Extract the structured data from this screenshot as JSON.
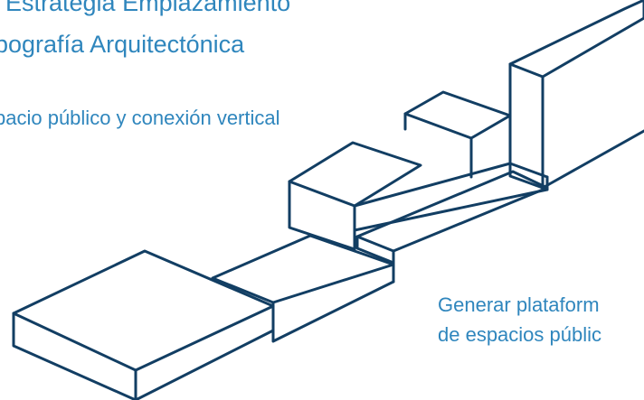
{
  "texts": {
    "title_line1": "Estrategia Emplazamiento",
    "title_line2": "pografía Arquitectónica",
    "subtitle": "pacio público y conexión vertical",
    "caption_line1": "Generar plataform",
    "caption_line2": "de espacios públic"
  },
  "colors": {
    "text": "#2f86bd",
    "line": "#123e63",
    "background": "#ffffff"
  }
}
